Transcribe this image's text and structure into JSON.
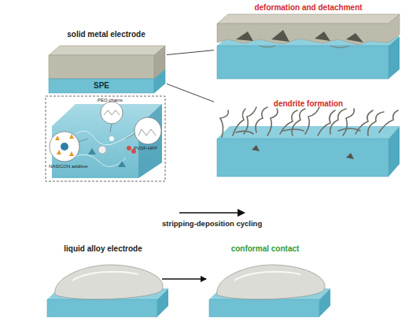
{
  "diagram": {
    "nodes": [
      {
        "text": [
          "solid metal electrode"
        ]
      },
      {
        "text": [
          "SPE"
        ],
        "in": 0
      },
      {
        "text": [
          "deformation and detachment"
        ]
      },
      {
        "text": [
          "dendrite formation"
        ]
      },
      {
        "text": [
          "liquid alloy electrode"
        ]
      },
      {
        "text": [
          "conformal contact"
        ]
      }
    ],
    "edges": [
      {
        "from": 0,
        "to": 2,
        "arrow": "none"
      },
      {
        "from": 0,
        "to": 3,
        "arrow": "none"
      },
      {
        "from": 4,
        "to": 5,
        "arrow": "to"
      }
    ],
    "labels": [
      "NASICON additive",
      "PEO chains",
      "PVDF-HFP",
      "stripping-deposition cycling"
    ]
  }
}
